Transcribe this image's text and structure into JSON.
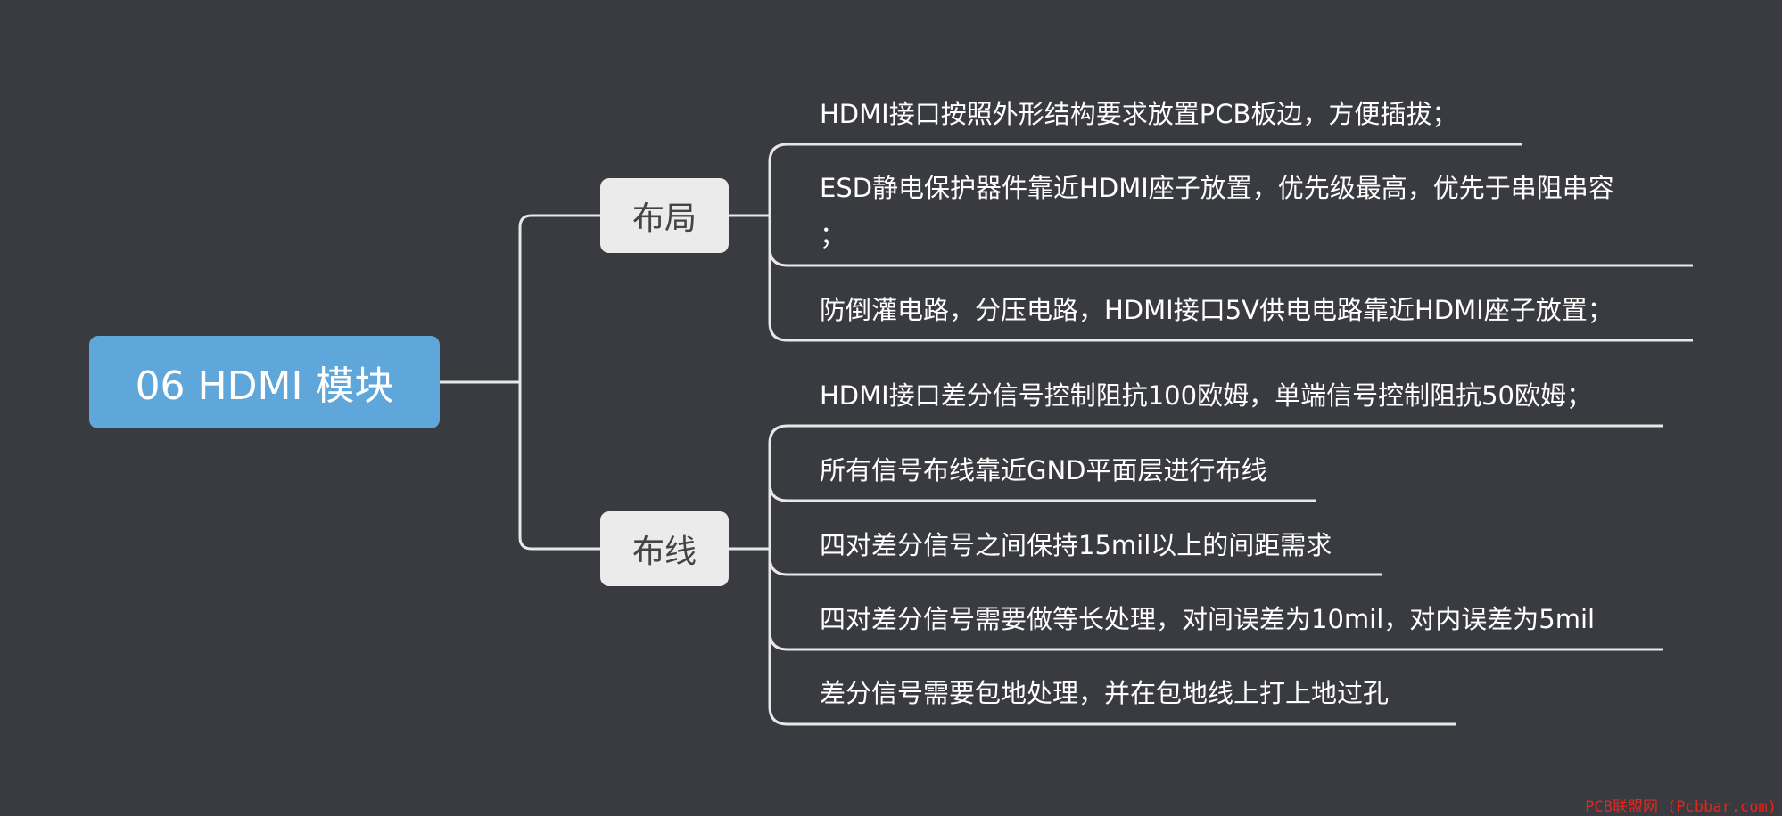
{
  "root": {
    "label": "06 HDMI 模块"
  },
  "branches": [
    {
      "label": "布局",
      "items": [
        "HDMI接口按照外形结构要求放置PCB板边，方便插拔；",
        "ESD静电保护器件靠近HDMI座子放置，优先级最高，优先于串阻串容",
        "；",
        "防倒灌电路，分压电路，HDMI接口5V供电电路靠近HDMI座子放置；"
      ]
    },
    {
      "label": "布线",
      "items": [
        "HDMI接口差分信号控制阻抗100欧姆，单端信号控制阻抗50欧姆；",
        "所有信号布线靠近GND平面层进行布线",
        "四对差分信号之间保持15mil以上的间距需求",
        "四对差分信号需要做等长处理，对间误差为10mil，对内误差为5mil",
        "差分信号需要包地处理，并在包地线上打上地过孔"
      ]
    }
  ],
  "watermark": "PCB联盟网 (Pcbbar.com)",
  "colors": {
    "background": "#3a3b40",
    "root": "#5fa6db",
    "branch": "#ebebeb",
    "line": "#e8e8e8",
    "watermark": "#e4261f"
  }
}
